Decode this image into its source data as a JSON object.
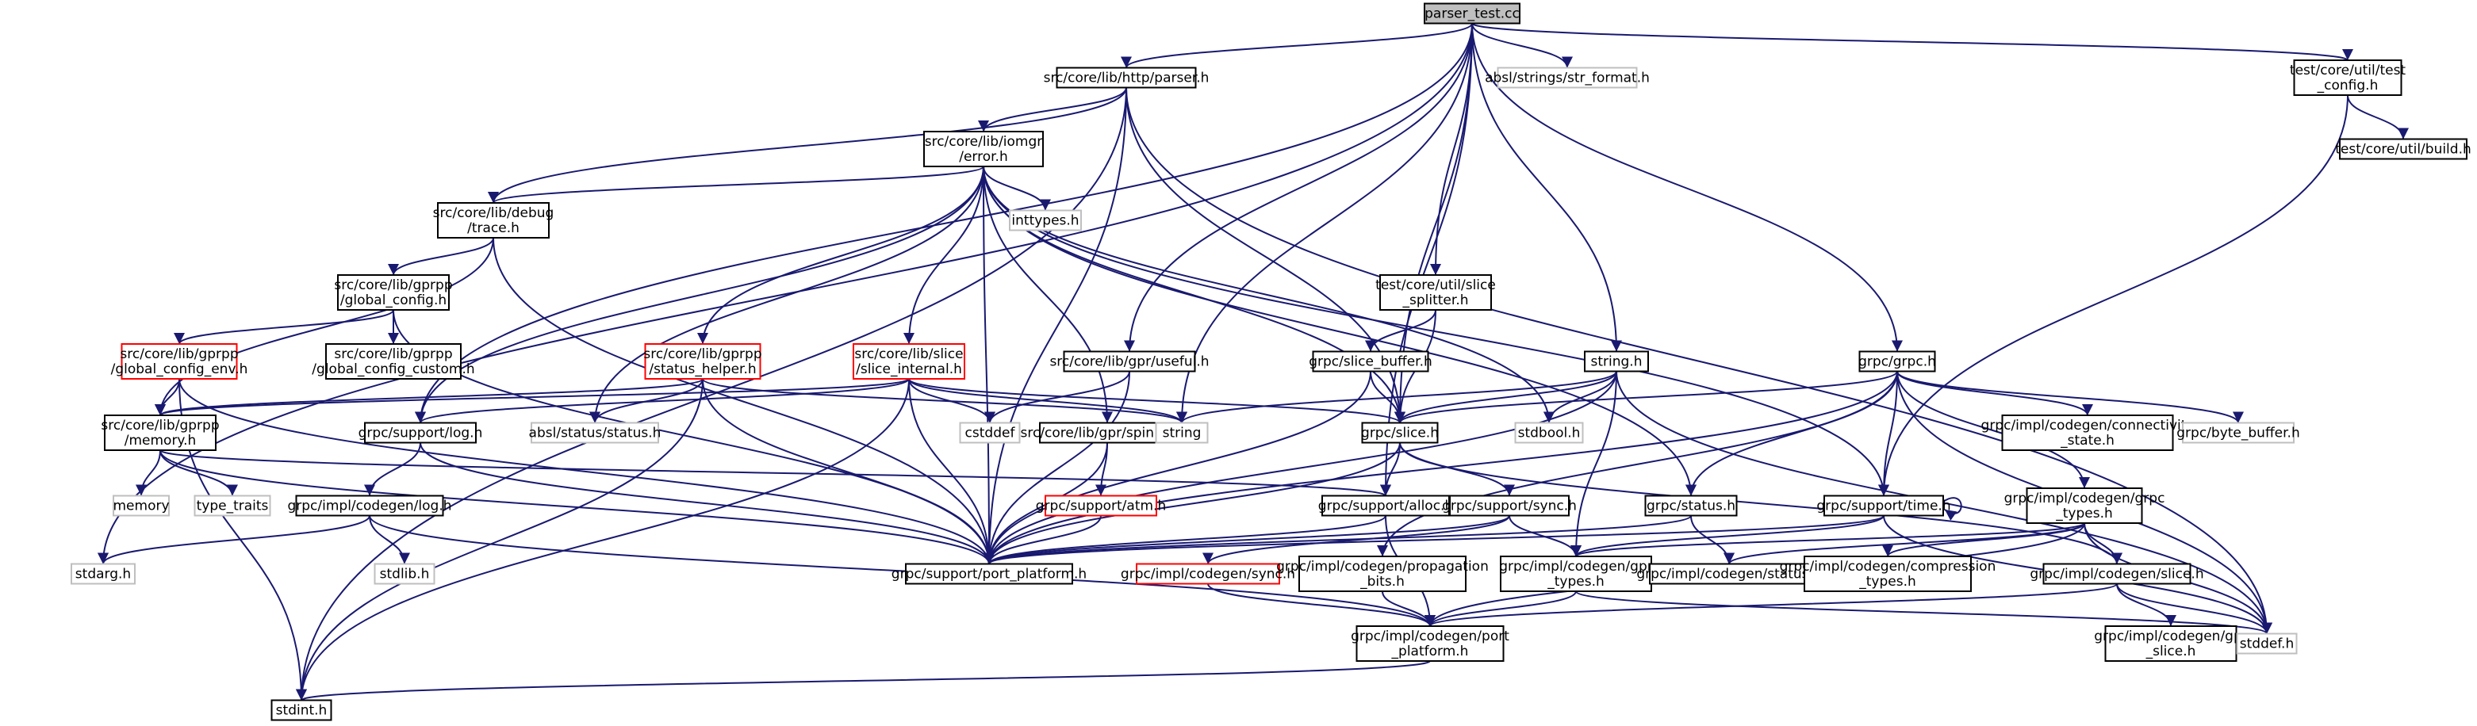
{
  "colors": {
    "edge": "#191970",
    "edge_red": "#b22222",
    "border_default": "#000000",
    "border_missing": "#bfbfbf",
    "border_truncated": "#ff0000",
    "root_fill": "#bfbfbf",
    "text": "#000000"
  },
  "nodes": [
    {
      "id": "root",
      "lines": [
        "parser_test.cc"
      ],
      "style": "root"
    },
    {
      "id": "parser",
      "lines": [
        "src/core/lib/http/parser.h"
      ],
      "style": "default"
    },
    {
      "id": "str_format",
      "lines": [
        "absl/strings/str_format.h"
      ],
      "style": "missing"
    },
    {
      "id": "test_config",
      "lines": [
        "test/core/util/test",
        "_config.h"
      ],
      "style": "default"
    },
    {
      "id": "build",
      "lines": [
        "test/core/util/build.h"
      ],
      "style": "default"
    },
    {
      "id": "error",
      "lines": [
        "src/core/lib/iomgr",
        "/error.h"
      ],
      "style": "default"
    },
    {
      "id": "inttypes",
      "lines": [
        "inttypes.h"
      ],
      "style": "missing"
    },
    {
      "id": "trace",
      "lines": [
        "src/core/lib/debug",
        "/trace.h"
      ],
      "style": "default"
    },
    {
      "id": "global_config",
      "lines": [
        "src/core/lib/gprpp",
        "/global_config.h"
      ],
      "style": "default"
    },
    {
      "id": "global_config_custom",
      "lines": [
        "src/core/lib/gprpp",
        "/global_config_custom.h"
      ],
      "style": "default"
    },
    {
      "id": "global_config_env",
      "lines": [
        "src/core/lib/gprpp",
        "/global_config_env.h"
      ],
      "style": "truncated"
    },
    {
      "id": "memory_h",
      "lines": [
        "src/core/lib/gprpp",
        "/memory.h"
      ],
      "style": "default"
    },
    {
      "id": "memory",
      "lines": [
        "memory"
      ],
      "style": "missing"
    },
    {
      "id": "type_traits",
      "lines": [
        "type_traits"
      ],
      "style": "missing"
    },
    {
      "id": "status_helper",
      "lines": [
        "src/core/lib/gprpp",
        "/status_helper.h"
      ],
      "style": "truncated"
    },
    {
      "id": "absl_status",
      "lines": [
        "absl/status/status.h"
      ],
      "style": "missing"
    },
    {
      "id": "slice_internal",
      "lines": [
        "src/core/lib/slice",
        "/slice_internal.h"
      ],
      "style": "truncated"
    },
    {
      "id": "cstddef",
      "lines": [
        "cstddef"
      ],
      "style": "missing"
    },
    {
      "id": "useful",
      "lines": [
        "src/core/lib/gpr/useful.h"
      ],
      "style": "default"
    },
    {
      "id": "spinlock",
      "lines": [
        "src/core/lib/gpr/spinlock.h"
      ],
      "style": "default"
    },
    {
      "id": "atm",
      "lines": [
        "grpc/support/atm.h"
      ],
      "style": "truncated"
    },
    {
      "id": "splitter",
      "lines": [
        "test/core/util/slice",
        "_splitter.h"
      ],
      "style": "default"
    },
    {
      "id": "slice_buffer",
      "lines": [
        "grpc/slice_buffer.h"
      ],
      "style": "default"
    },
    {
      "id": "slice_h",
      "lines": [
        "grpc/slice.h"
      ],
      "style": "default"
    },
    {
      "id": "string_std",
      "lines": [
        "string"
      ],
      "style": "missing"
    },
    {
      "id": "string_h",
      "lines": [
        "string.h"
      ],
      "style": "default"
    },
    {
      "id": "stdbool",
      "lines": [
        "stdbool.h"
      ],
      "style": "missing"
    },
    {
      "id": "grpc_h",
      "lines": [
        "grpc/grpc.h"
      ],
      "style": "default"
    },
    {
      "id": "connectivity",
      "lines": [
        "grpc/impl/codegen/connectivity",
        "_state.h"
      ],
      "style": "default"
    },
    {
      "id": "byte_buffer",
      "lines": [
        "grpc/byte_buffer.h"
      ],
      "style": "missing"
    },
    {
      "id": "log_h",
      "lines": [
        "grpc/support/log.h"
      ],
      "style": "default"
    },
    {
      "id": "codegen_log",
      "lines": [
        "grpc/impl/codegen/log.h"
      ],
      "style": "default"
    },
    {
      "id": "stdlib",
      "lines": [
        "stdlib.h"
      ],
      "style": "missing"
    },
    {
      "id": "stdarg",
      "lines": [
        "stdarg.h"
      ],
      "style": "missing"
    },
    {
      "id": "port_platform",
      "lines": [
        "grpc/support/port_platform.h"
      ],
      "style": "default"
    },
    {
      "id": "alloc",
      "lines": [
        "grpc/support/alloc.h"
      ],
      "style": "default"
    },
    {
      "id": "sync_h",
      "lines": [
        "grpc/support/sync.h"
      ],
      "style": "default"
    },
    {
      "id": "codegen_sync",
      "lines": [
        "grpc/impl/codegen/sync.h"
      ],
      "style": "truncated"
    },
    {
      "id": "propagation",
      "lines": [
        "grpc/impl/codegen/propagation",
        "_bits.h"
      ],
      "style": "default"
    },
    {
      "id": "gpr_types",
      "lines": [
        "grpc/impl/codegen/gpr",
        "_types.h"
      ],
      "style": "default"
    },
    {
      "id": "status_h",
      "lines": [
        "grpc/status.h"
      ],
      "style": "default"
    },
    {
      "id": "codegen_status",
      "lines": [
        "grpc/impl/codegen/status.h"
      ],
      "style": "default"
    },
    {
      "id": "time_h",
      "lines": [
        "grpc/support/time.h"
      ],
      "style": "default"
    },
    {
      "id": "grpc_types",
      "lines": [
        "grpc/impl/codegen/grpc",
        "_types.h"
      ],
      "style": "default"
    },
    {
      "id": "compression",
      "lines": [
        "grpc/impl/codegen/compression",
        "_types.h"
      ],
      "style": "default"
    },
    {
      "id": "codegen_slice",
      "lines": [
        "grpc/impl/codegen/slice.h"
      ],
      "style": "default"
    },
    {
      "id": "codegen_port_platform",
      "lines": [
        "grpc/impl/codegen/port",
        "_platform.h"
      ],
      "style": "default"
    },
    {
      "id": "gpr_slice",
      "lines": [
        "grpc/impl/codegen/gpr",
        "_slice.h"
      ],
      "style": "default"
    },
    {
      "id": "stddef",
      "lines": [
        "stddef.h"
      ],
      "style": "missing"
    },
    {
      "id": "stdint",
      "lines": [
        "stdint.h"
      ],
      "style": "default"
    }
  ],
  "edges": [
    [
      "root",
      "stdarg"
    ],
    [
      "root",
      "log_h"
    ],
    [
      "root",
      "parser"
    ],
    [
      "root",
      "str_format"
    ],
    [
      "root",
      "test_config"
    ],
    [
      "root",
      "useful"
    ],
    [
      "root",
      "string_std"
    ],
    [
      "root",
      "splitter"
    ],
    [
      "root",
      "string_h"
    ],
    [
      "root",
      "slice_h"
    ],
    [
      "root",
      "alloc"
    ],
    [
      "root",
      "grpc_h"
    ],
    [
      "test_config",
      "build"
    ],
    [
      "test_config",
      "time_h"
    ],
    [
      "parser",
      "stdint"
    ],
    [
      "parser",
      "error"
    ],
    [
      "parser",
      "trace"
    ],
    [
      "parser",
      "port_platform"
    ],
    [
      "parser",
      "slice_h"
    ],
    [
      "parser",
      "stddef"
    ],
    [
      "error",
      "trace"
    ],
    [
      "error",
      "inttypes"
    ],
    [
      "error",
      "log_h"
    ],
    [
      "error",
      "absl_status"
    ],
    [
      "error",
      "status_helper"
    ],
    [
      "error",
      "slice_internal"
    ],
    [
      "error",
      "spinlock"
    ],
    [
      "error",
      "port_platform"
    ],
    [
      "error",
      "slice_h"
    ],
    [
      "error",
      "stdbool"
    ],
    [
      "error",
      "status_h"
    ],
    [
      "error",
      "time_h"
    ],
    [
      "trace",
      "global_config"
    ],
    [
      "trace",
      "memory_h"
    ],
    [
      "trace",
      "port_platform"
    ],
    [
      "global_config",
      "global_config_env"
    ],
    [
      "global_config",
      "global_config_custom"
    ],
    [
      "global_config",
      "port_platform"
    ],
    [
      "global_config_env",
      "memory_h"
    ],
    [
      "global_config_env",
      "stdint"
    ],
    [
      "global_config_env",
      "port_platform"
    ],
    [
      "memory_h",
      "memory"
    ],
    [
      "memory_h",
      "type_traits"
    ],
    [
      "memory_h",
      "port_platform"
    ],
    [
      "memory_h",
      "alloc"
    ],
    [
      "status_helper",
      "memory_h"
    ],
    [
      "status_helper",
      "absl_status"
    ],
    [
      "status_helper",
      "string_std"
    ],
    [
      "status_helper",
      "port_platform"
    ],
    [
      "status_helper",
      "stdint"
    ],
    [
      "slice_internal",
      "memory_h"
    ],
    [
      "slice_internal",
      "log_h"
    ],
    [
      "slice_internal",
      "cstddef"
    ],
    [
      "slice_internal",
      "string_std"
    ],
    [
      "slice_internal",
      "slice_h"
    ],
    [
      "slice_internal",
      "port_platform"
    ],
    [
      "slice_internal",
      "stdint"
    ],
    [
      "useful",
      "cstddef"
    ],
    [
      "useful",
      "port_platform"
    ],
    [
      "spinlock",
      "atm"
    ],
    [
      "spinlock",
      "port_platform"
    ],
    [
      "atm",
      "port_platform"
    ],
    [
      "splitter",
      "slice_buffer"
    ],
    [
      "splitter",
      "slice_h"
    ],
    [
      "slice_buffer",
      "slice_h"
    ],
    [
      "slice_buffer",
      "port_platform"
    ],
    [
      "slice_h",
      "alloc"
    ],
    [
      "slice_h",
      "sync_h"
    ],
    [
      "slice_h",
      "codegen_slice"
    ],
    [
      "slice_h",
      "port_platform"
    ],
    [
      "string_h",
      "string_std"
    ],
    [
      "string_h",
      "stdbool"
    ],
    [
      "string_h",
      "slice_h"
    ],
    [
      "string_h",
      "port_platform"
    ],
    [
      "string_h",
      "gpr_types"
    ],
    [
      "string_h",
      "stddef"
    ],
    [
      "grpc_h",
      "slice_h"
    ],
    [
      "grpc_h",
      "status_h"
    ],
    [
      "grpc_h",
      "time_h"
    ],
    [
      "grpc_h",
      "grpc_types"
    ],
    [
      "grpc_h",
      "connectivity"
    ],
    [
      "grpc_h",
      "byte_buffer"
    ],
    [
      "grpc_h",
      "stddef"
    ],
    [
      "grpc_h",
      "port_platform"
    ],
    [
      "grpc_h",
      "propagation"
    ],
    [
      "log_h",
      "codegen_log"
    ],
    [
      "log_h",
      "port_platform"
    ],
    [
      "codegen_log",
      "stdarg"
    ],
    [
      "codegen_log",
      "stdlib"
    ],
    [
      "codegen_log",
      "codegen_port_platform"
    ],
    [
      "alloc",
      "port_platform"
    ],
    [
      "alloc",
      "codegen_port_platform"
    ],
    [
      "sync_h",
      "codegen_sync"
    ],
    [
      "sync_h",
      "gpr_types"
    ],
    [
      "sync_h",
      "port_platform"
    ],
    [
      "codegen_sync",
      "codegen_port_platform"
    ],
    [
      "propagation",
      "codegen_port_platform"
    ],
    [
      "gpr_types",
      "codegen_port_platform"
    ],
    [
      "gpr_types",
      "stddef"
    ],
    [
      "status_h",
      "codegen_status"
    ],
    [
      "status_h",
      "port_platform"
    ],
    [
      "time_h",
      "time_h"
    ],
    [
      "time_h",
      "gpr_types"
    ],
    [
      "time_h",
      "port_platform"
    ],
    [
      "time_h",
      "stddef"
    ],
    [
      "grpc_types",
      "codegen_slice"
    ],
    [
      "grpc_types",
      "compression"
    ],
    [
      "grpc_types",
      "codegen_status"
    ],
    [
      "grpc_types",
      "gpr_types"
    ],
    [
      "grpc_types",
      "codegen_port_platform"
    ],
    [
      "grpc_types",
      "stddef"
    ],
    [
      "codegen_slice",
      "gpr_slice"
    ],
    [
      "codegen_slice",
      "codegen_port_platform"
    ],
    [
      "codegen_slice",
      "stddef"
    ],
    [
      "codegen_port_platform",
      "stdint"
    ]
  ]
}
